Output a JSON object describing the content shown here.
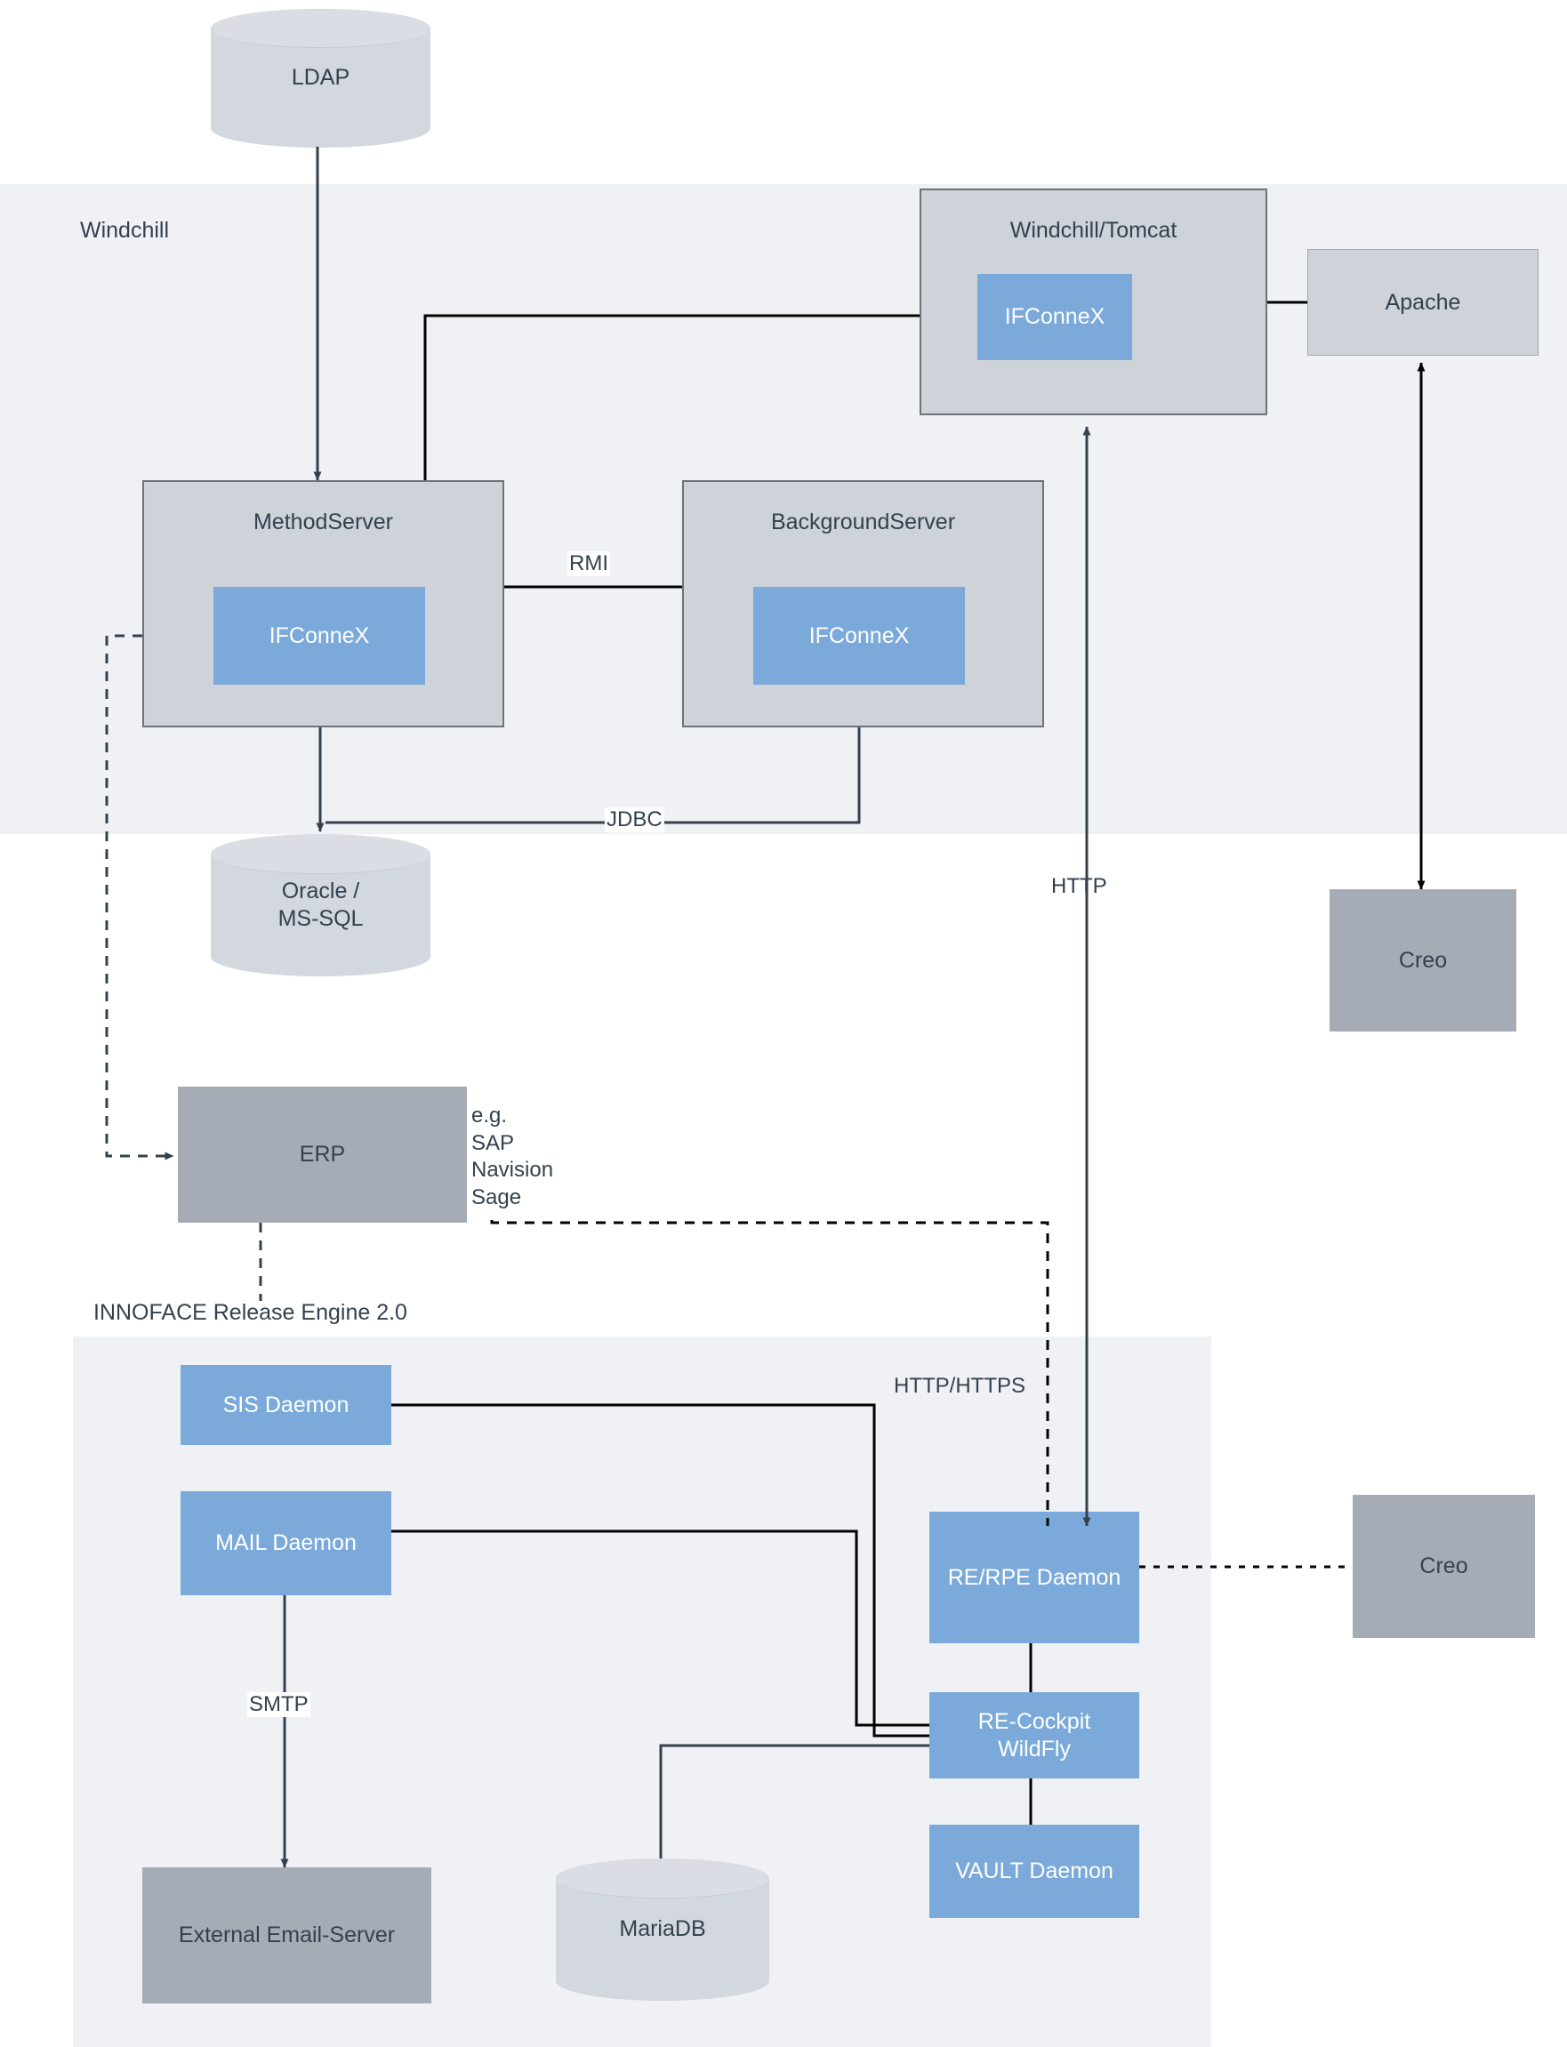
{
  "diagram": {
    "title": "INNOFACE Release Engine / Windchill system architecture"
  },
  "groups": [
    {
      "id": "windchill",
      "label": "Windchill"
    },
    {
      "id": "innoface",
      "label": "INNOFACE Release Engine 2.0"
    }
  ],
  "nodes": {
    "ldap": "LDAP",
    "windchill_tomcat": "Windchill/Tomcat",
    "windchill_tomcat_inner": "IFConneX",
    "apache": "Apache",
    "methodserver": "MethodServer",
    "methodserver_inner": "IFConneX",
    "backgroundserver": "BackgroundServer",
    "backgroundserver_inner": "IFConneX",
    "oracle_mssql": "Oracle /\nMS-SQL",
    "creo_top": "Creo",
    "erp": "ERP",
    "erp_note": "e.g.\nSAP\nNavision\nSage",
    "sis_daemon": "SIS Daemon",
    "mail_daemon": "MAIL Daemon",
    "re_rpe_daemon": "RE/RPE Daemon",
    "re_cockpit": "RE-Cockpit\nWildFly",
    "vault_daemon": "VAULT Daemon",
    "external_email_server": "External Email-Server",
    "mariadb": "MariaDB",
    "creo_bottom": "Creo"
  },
  "edge_labels": {
    "rmi": "RMI",
    "jdbc": "JDBC",
    "http": "HTTP",
    "http_https": "HTTP/HTTPS",
    "smtp": "SMTP"
  },
  "colors": {
    "group_panel": "#eff1f5",
    "container_fill": "#ced3da",
    "container_stroke": "#6d7379",
    "accent_blue": "#7aa9da",
    "grey_node": "#a6acb5",
    "cylinder_fill": "#d3d7de",
    "text": "#33414e",
    "wire": "#33414e"
  }
}
